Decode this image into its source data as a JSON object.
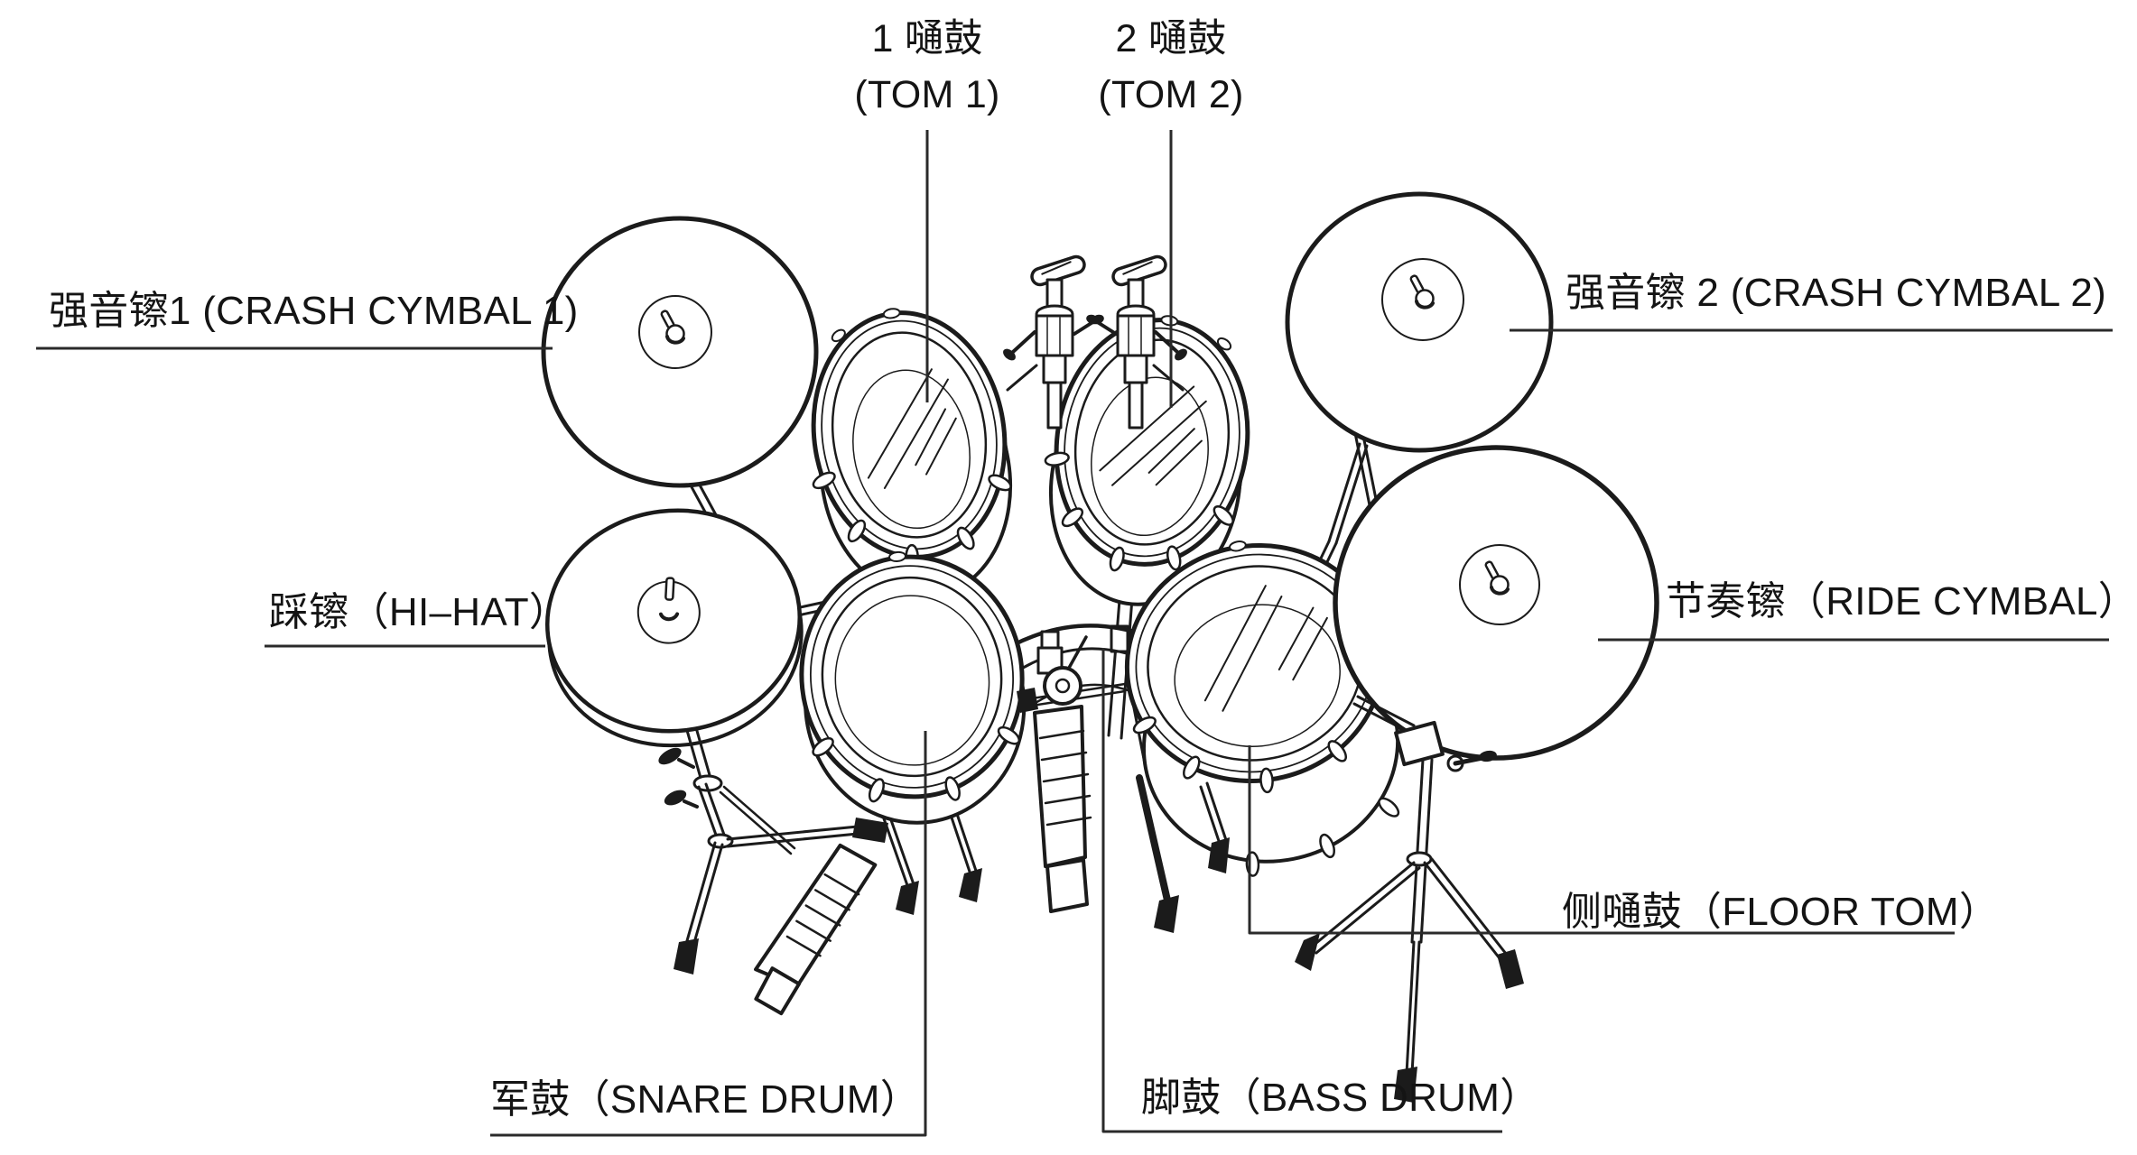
{
  "diagram": {
    "description": "Drum kit part-name diagram (electronic drum set, top view line art)",
    "labels": {
      "tom1": {
        "zh": "1 嗵鼓",
        "en": "(TOM 1)"
      },
      "tom2": {
        "zh": "2 嗵鼓",
        "en": "(TOM 2)"
      },
      "crash1": "强音镲1 (CRASH CYMBAL 1)",
      "crash2": "强音镲 2 (CRASH CYMBAL 2)",
      "hihat": "踩镲（HI–HAT）",
      "ride": "节奏镲（RIDE CYMBAL）",
      "floor_tom": "侧嗵鼓（FLOOR TOM）",
      "snare": "军鼓（SNARE DRUM）",
      "bass": "脚鼓（BASS DRUM）"
    },
    "colors": {
      "line_art": "#1b1b1b",
      "callout_line": "#2a2a2a",
      "text": "#141414",
      "background": "#ffffff"
    }
  }
}
